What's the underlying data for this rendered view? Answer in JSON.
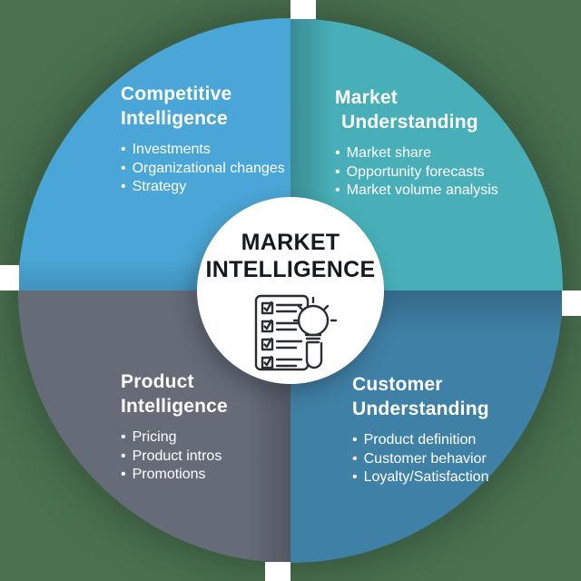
{
  "page": {
    "background_color": "#4a7150",
    "cross_color": "#ffffff"
  },
  "bullet_char": "•",
  "center": {
    "title_line1": "MARKET",
    "title_line2": "INTELLIGENCE",
    "icon": "checklist-lightbulb-icon",
    "background_color": "#ffffff",
    "text_color": "#16191d"
  },
  "quadrants": [
    {
      "name": "competitive-intelligence",
      "position": "top-left",
      "color": "#4aa6d6",
      "title_line1": "Competitive",
      "title_line2": "Intelligence",
      "items": [
        "Investments",
        "Organizational changes",
        "Strategy"
      ]
    },
    {
      "name": "market-understanding",
      "position": "top-right",
      "color": "#48afb8",
      "title_line1": "Market",
      "title_line2": "Understanding",
      "items": [
        "Market share",
        "Opportunity forecasts",
        "Market volume analysis"
      ]
    },
    {
      "name": "product-intelligence",
      "position": "bottom-left",
      "color": "#666b78",
      "title_line1": "Product",
      "title_line2": "Intelligence",
      "items": [
        "Pricing",
        "Product intros",
        "Promotions"
      ]
    },
    {
      "name": "customer-understanding",
      "position": "bottom-right",
      "color": "#3f80a6",
      "title_line1": "Customer",
      "title_line2": "Understanding",
      "items": [
        "Product definition",
        "Customer behavior",
        "Loyalty/Satisfaction"
      ]
    }
  ]
}
